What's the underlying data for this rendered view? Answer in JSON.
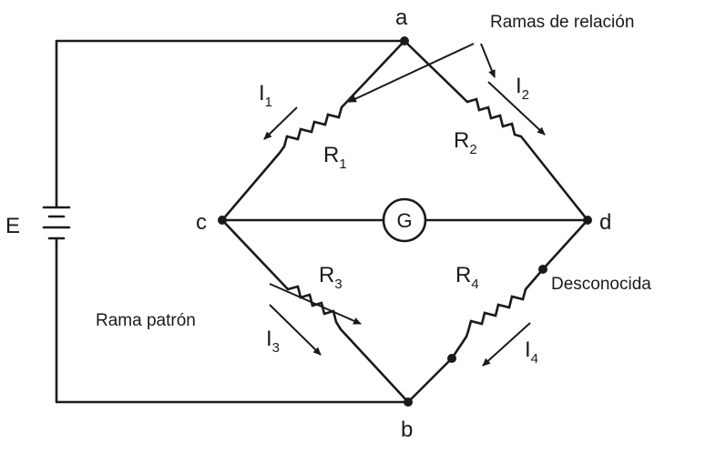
{
  "nodes": {
    "a": "a",
    "b": "b",
    "c": "c",
    "d": "d"
  },
  "source": {
    "label": "E"
  },
  "galvanometer": {
    "label": "G"
  },
  "resistors": {
    "r1": {
      "letter": "R",
      "sub": "1"
    },
    "r2": {
      "letter": "R",
      "sub": "2"
    },
    "r3": {
      "letter": "R",
      "sub": "3"
    },
    "r4": {
      "letter": "R",
      "sub": "4"
    }
  },
  "currents": {
    "i1": {
      "letter": "I",
      "sub": "1"
    },
    "i2": {
      "letter": "I",
      "sub": "2"
    },
    "i3": {
      "letter": "I",
      "sub": "3"
    },
    "i4": {
      "letter": "I",
      "sub": "4"
    }
  },
  "annotations": {
    "ratio_arms": "Ramas de relación",
    "standard_arm": "Rama patrón",
    "unknown": "Desconocida"
  }
}
